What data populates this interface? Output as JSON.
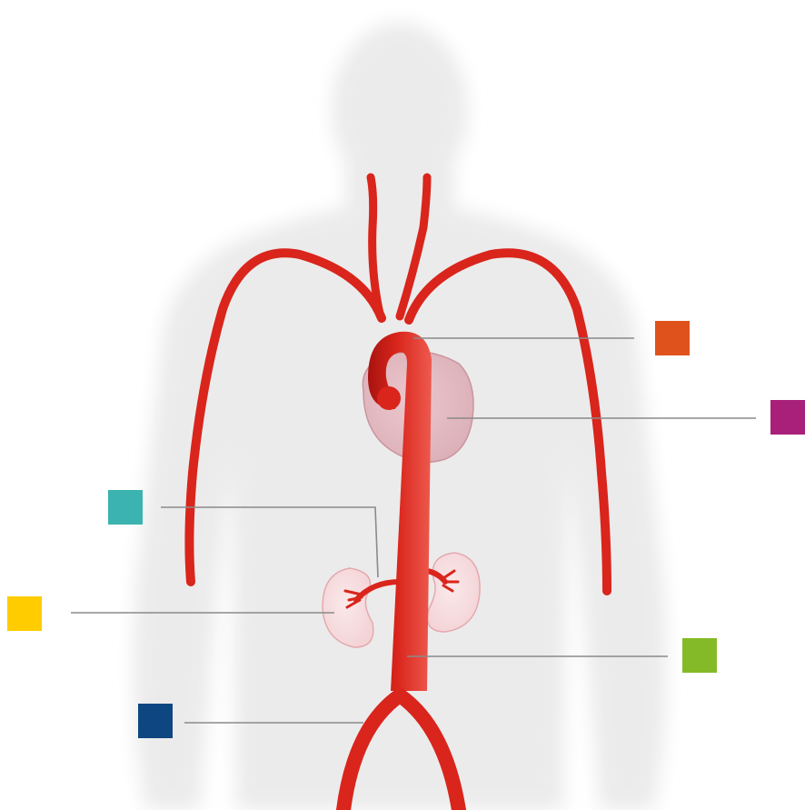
{
  "diagram": {
    "subject": "human-arterial-system",
    "colors": {
      "body_silhouette": "#ecebeb",
      "artery": "#d9251c",
      "artery_shade": "#a8130f",
      "artery_highlight": "#ee5a4e",
      "heart": "#dcb0b8",
      "kidney": "#f3d3d6",
      "leader_line": "#8a8a8a"
    },
    "markers": [
      {
        "id": "aortic-arch",
        "color": "#e0521c"
      },
      {
        "id": "heart",
        "color": "#a8207a"
      },
      {
        "id": "renal-arteries",
        "color": "#3bb3b0"
      },
      {
        "id": "kidney",
        "color": "#ffcc00"
      },
      {
        "id": "abdominal-aorta",
        "color": "#84ba27"
      },
      {
        "id": "aortic-bifurcation",
        "color": "#0e4682"
      }
    ]
  }
}
